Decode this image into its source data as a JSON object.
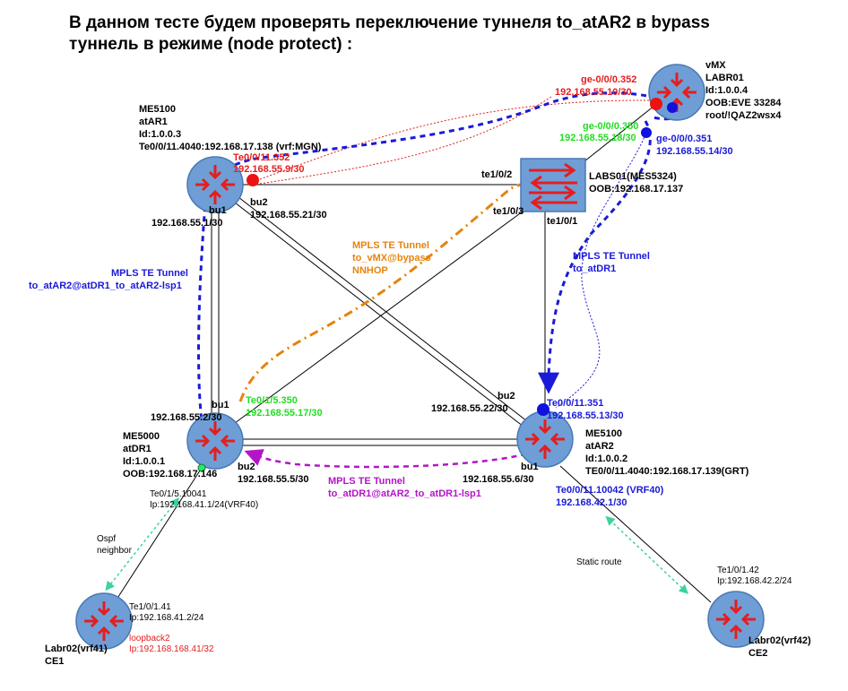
{
  "title": {
    "line1": "В данном тесте будем проверять переключение туннеля to_atAR2 в bypass",
    "line2": "туннель в режиме (node protect) :"
  },
  "nodes": {
    "vmx": {
      "l1": "vMX",
      "l2": "LABR01",
      "l3": "Id:1.0.0.4",
      "l4": "OOB:EVE 33284",
      "l5": "root/!QAZ2wsx4"
    },
    "atar1": {
      "l1": "ME5100",
      "l2": "atAR1",
      "l3": "Id:1.0.0.3",
      "l4": "Te0/0/11.4040:192.168.17.138 (vrf:MGN)"
    },
    "labs01": {
      "l1": "LABS01(MES5324)",
      "l2": "OOB:192.168.17.137"
    },
    "atdr1": {
      "l1": "ME5000",
      "l2": "atDR1",
      "l3": "Id:1.0.0.1",
      "l4": "OOB:192.168.17.146"
    },
    "atar2": {
      "l1": "ME5100",
      "l2": "atAR2",
      "l3": "Id:1.0.0.2",
      "l4": "TE0/0/11.4040:192.168.17.139(GRT)"
    },
    "ce1": {
      "l1": "Labr02(vrf41)",
      "l2": "CE1"
    },
    "ce2": {
      "l1": "Labr02(vrf42)",
      "l2": "CE2"
    }
  },
  "interfaces": {
    "vmx_ge352": {
      "name": "ge-0/0/0.352",
      "ip": "192.168.55.10/30"
    },
    "vmx_ge350": {
      "name": "ge-0/0/0.350",
      "ip": "192.168.55.18/30"
    },
    "vmx_ge351": {
      "name": "ge-0/0/0.351",
      "ip": "192.168.55.14/30"
    },
    "atar1_te352": {
      "name": "Te0/0/11.352",
      "ip": "192.168.55.9/30"
    },
    "atar1_bu1": {
      "name": "bu1",
      "ip": "192.168.55.1/30"
    },
    "atar1_bu2": {
      "name": "bu2",
      "ip": "192.168.55.21/30"
    },
    "labs_te2": "te1/0/2",
    "labs_te3": "te1/0/3",
    "labs_te1": "te1/0/1",
    "atdr1_bu1": {
      "name": "bu1",
      "ip": "192.168.55.2/30"
    },
    "atdr1_te350": {
      "name": "Te0/1/5.350",
      "ip": "192.168.55.17/30"
    },
    "atdr1_bu2": {
      "name": "bu2",
      "ip": "192.168.55.5/30"
    },
    "atar2_bu2": {
      "name": "bu2",
      "ip": "192.168.55.22/30"
    },
    "atar2_te351": {
      "name": "Te0/0/11.351",
      "ip": "192.168.55.13/30"
    },
    "atar2_bu1": {
      "name": "bu1",
      "ip": "192.168.55.6/30"
    },
    "atdr1_vrf": {
      "name": "Te0/1/5.10041",
      "ip": "Ip:192.168.41.1/24(VRF40)"
    },
    "atar2_vrf": {
      "name": "Te0/0/11.10042 (VRF40)",
      "ip": "192.168.42.1/30"
    },
    "ce1_te": {
      "name": "Te1/0/1.41",
      "ip": "Ip:192.168.41.2/24"
    },
    "ce1_lo": {
      "name": "loopback2",
      "ip": "Ip:192.168.168.41/32"
    },
    "ce2_te": {
      "name": "Te1/0/1.42",
      "ip": "Ip:192.168.42.2/24"
    }
  },
  "tunnels": {
    "t1": {
      "l1": "MPLS TE Tunnel",
      "l2": "to_atAR2@atDR1_to_atAR2-lsp1"
    },
    "t2": {
      "l1": "MPLS TE Tunnel",
      "l2": "to_vMX@bypass",
      "l3": "NNHOP"
    },
    "t3": {
      "l1": "MPLS TE Tunnel",
      "l2": "to_atDR1"
    },
    "t4": {
      "l1": "MPLS TE Tunnel",
      "l2": "to_atDR1@atAR2_to_atDR1-lsp1"
    }
  },
  "annotations": {
    "ospf_l1": "Ospf",
    "ospf_l2": "neighbor",
    "static": "Static route"
  },
  "colors": {
    "router": "#6f9ed6",
    "router_stroke": "#4a78b4",
    "arrow": "#e41e1e",
    "switch": "#6f9ed6",
    "blue_tunnel": "#1a1ad8",
    "orange_tunnel": "#e6830d",
    "magenta_tunnel": "#b414c8",
    "ospf": "#3dd39a",
    "red_dot": "#ee1111",
    "blue_dot": "#1111dd",
    "green_dot": "#22ee66"
  }
}
